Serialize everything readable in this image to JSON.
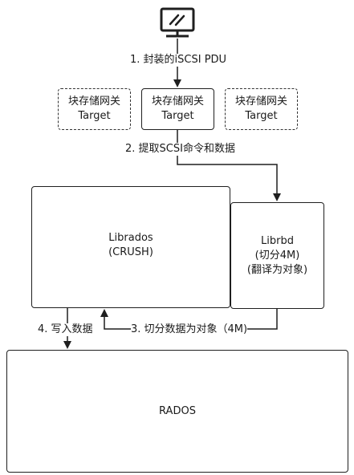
{
  "diagram": {
    "client_icon": "monitor-icon",
    "steps": {
      "step1": "1. 封装的iSCSI PDU",
      "step2": "2. 提取SCSI命令和数据",
      "step3": "3. 切分数据为对象（4M)",
      "step4": "4. 写入数据"
    },
    "gateways": [
      {
        "line1": "块存储网关",
        "line2": "Target"
      },
      {
        "line1": "块存储网关",
        "line2": "Target"
      },
      {
        "line1": "块存储网关",
        "line2": "Target"
      }
    ],
    "librados": {
      "line1": "Librados",
      "line2": "(CRUSH)"
    },
    "librbd": {
      "line1": "Librbd",
      "line2": "(切分4M)",
      "line3": "(翻译为对象)"
    },
    "rados": {
      "label": "RADOS"
    }
  }
}
